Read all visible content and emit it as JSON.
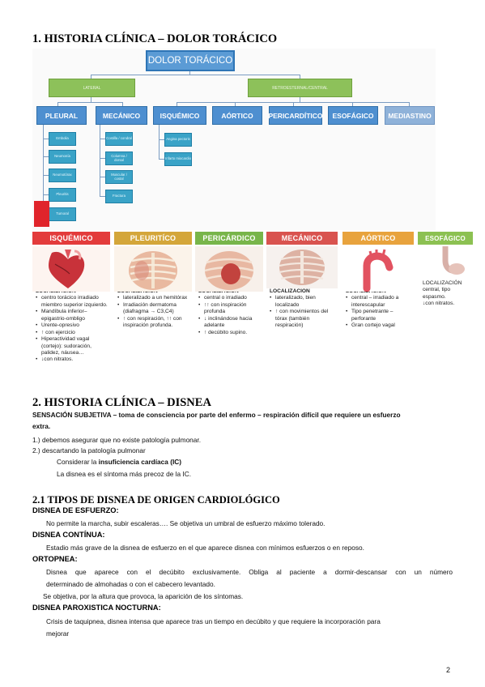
{
  "section1": {
    "title": "1. HISTORIA CLÍNICA – DOLOR TORÁCICO",
    "diagram": {
      "root": "DOLOR TORÁCICO",
      "level1": [
        "LATERAL",
        "RETROESTERNAL/CENTRAL"
      ],
      "level2": [
        "PLEURAL",
        "MECÁNICO",
        "ISQUÉMICO",
        "AÓRTICO",
        "PERICARDÍTICO",
        "ESOFÁGICO",
        "MEDIASTINO"
      ],
      "pleural_leaves": [
        "Embolia",
        "Neumonía",
        "Neumotórax",
        "Pleuritis",
        "Tumoral"
      ],
      "mecanico_leaves": [
        "Costilla / condral",
        "Columna / dorsal",
        "Muscular / costal",
        "Fractura"
      ],
      "isquemico_leaves": [
        "Angina pectoris",
        "Infarto miocardio"
      ]
    },
    "cards": [
      {
        "title": "ISQUÉMICO",
        "color": "#e33b3b",
        "loc": "LOCALIZACIÓN",
        "items": [
          "centro torácico irradiado miembro superior izquierdo.",
          "Mandíbula inferior– epigastrio-ombligo",
          "Urente-opresivo",
          "↑ con ejercicio",
          "Hiperactividad vagal (cortejo): sudoración, palidez, náusea…",
          "↓con nitratos."
        ]
      },
      {
        "title": "PLEURITÍCO",
        "color": "#d4a63a",
        "loc": "LOCALIZACIÓN",
        "items": [
          "lateralizado a un hemitórax",
          "Irradiación dermatoma (diafragma → C3,C4)",
          "↑ con respiración, ↑↑ con inspiración profunda."
        ]
      },
      {
        "title": "PERICÁRDICO",
        "color": "#78b54a",
        "loc": "LOCALIZACIÓN",
        "items": [
          "central o irradiado",
          "↑↑ con inspiración profunda",
          "↓ inclinándose hacia adelante",
          "↑ decúbito supino."
        ]
      },
      {
        "title": "MECÁNICO",
        "color": "#d9534f",
        "loc": "LOCALIZACIÓN",
        "items": [
          "lateralizado, bien localizado",
          "↑ con movimientos del tórax (también respiración)"
        ]
      },
      {
        "title": "AÓRTICO",
        "color": "#e8a33d",
        "loc": "LOCALIZACIÓN",
        "items": [
          "central – irradiado a interescapular",
          "Tipo penetrante – perforante",
          "Gran cortejo vagal"
        ]
      },
      {
        "title": "ESOFÁGICO",
        "color": "#8cc152",
        "loc": "LOCALIZACIÓN",
        "items": [
          "central, tipo espasmo.",
          "↓con nitratos."
        ]
      }
    ]
  },
  "section2": {
    "title": "2. HISTORIA CLÍNICA – DISNEA",
    "sensacion_lead": "SENSACIÓN SUBJETIVA",
    "sensacion_rest": " – toma de consciencia por parte del enfermo – respiración difícil que requiere un esfuerzo",
    "sensacion_rest2": "extra.",
    "item1": "1.) debemos asegurar que no existe patología pulmonar.",
    "item2": "2.) descartando la patología pulmonar",
    "considerar_pre": "Considerar la ",
    "considerar_bold": "insuficiencia cardíaca (IC)",
    "precoz": "La disnea es el síntoma más precoz de la IC."
  },
  "section21": {
    "title": "2.1 TIPOS DE DISNEA DE ORIGEN CARDIOLÓGICO",
    "esfuerzo_h": "DISNEA DE ESFUERZO:",
    "esfuerzo_t": "No permite la marcha, subir escaleras…. Se objetiva un umbral de esfuerzo máximo tolerado.",
    "continua_h": "DISNEA CONTÍNUA:",
    "continua_t": "Estadio más grave de la disnea de esfuerzo en el que aparece disnea con mínimos esfuerzos o en reposo.",
    "ortopnea_h": "ORTOPNEA:",
    "ortopnea_t1": "Disnea que aparece con el decúbito exclusivamente. Obliga al paciente a dormir-descansar con un número",
    "ortopnea_t2": "determinado de almohadas o con el cabecero levantado.",
    "ortopnea_t3": "Se objetiva, por la altura que provoca, la aparición de los síntomas.",
    "paroxistica_h": "DISNEA PAROXISTICA NOCTURNA:",
    "paroxistica_t1": "Crisis de taquipnea, disnea intensa que aparece tras un tiempo en decúbito y que requiere la incorporación para",
    "paroxistica_t2": "mejorar"
  },
  "page_number": "2"
}
